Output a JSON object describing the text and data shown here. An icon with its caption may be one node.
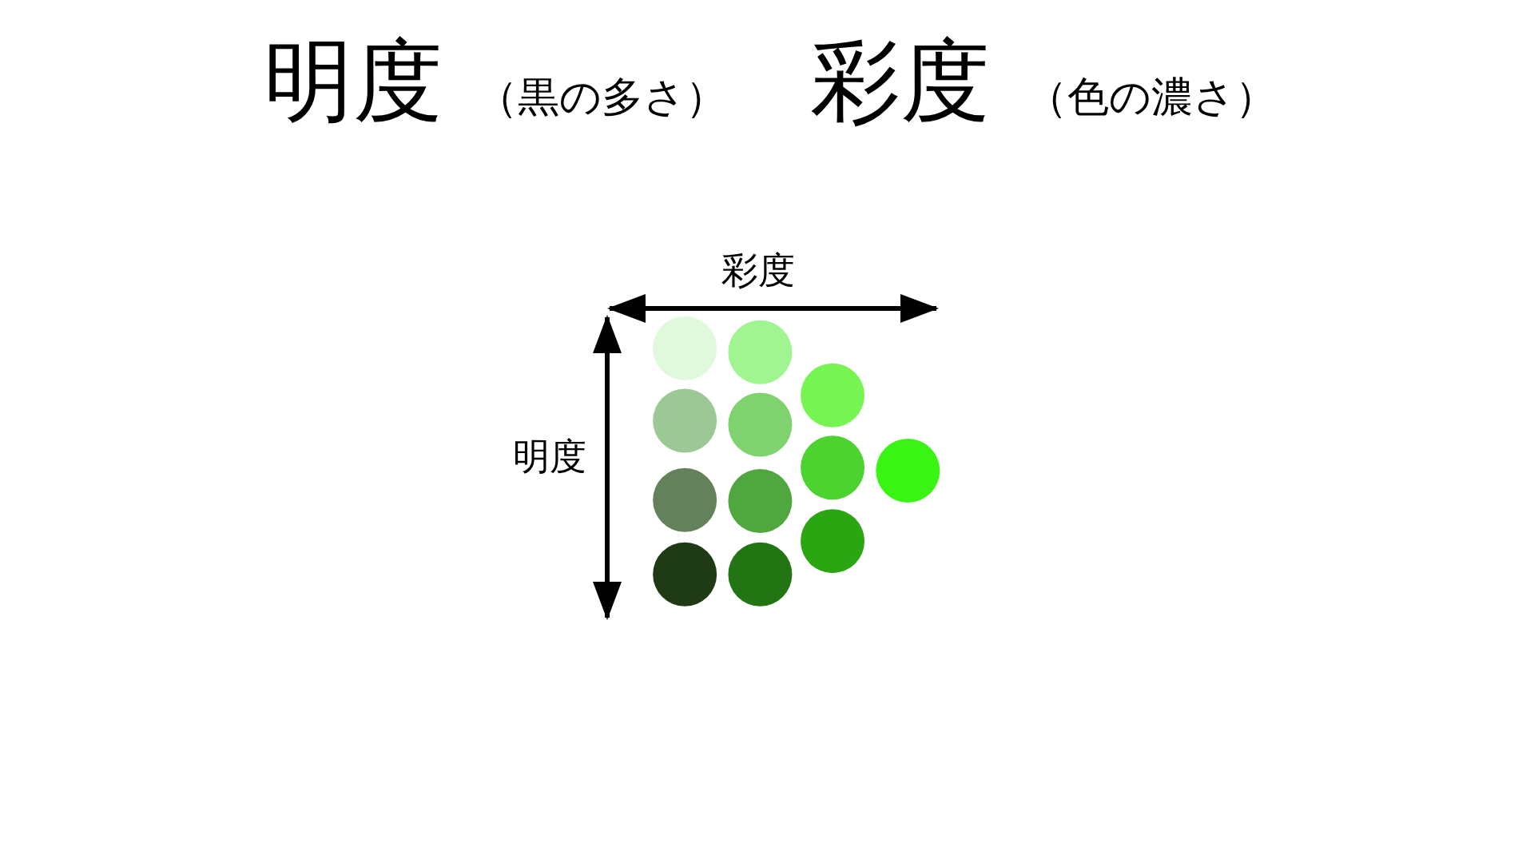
{
  "diagram": {
    "labels": [
      "明度",
      "（黒の多さ）",
      "彩度",
      "（色の濃さ）",
      "彩度",
      "明度"
    ]
  }
}
